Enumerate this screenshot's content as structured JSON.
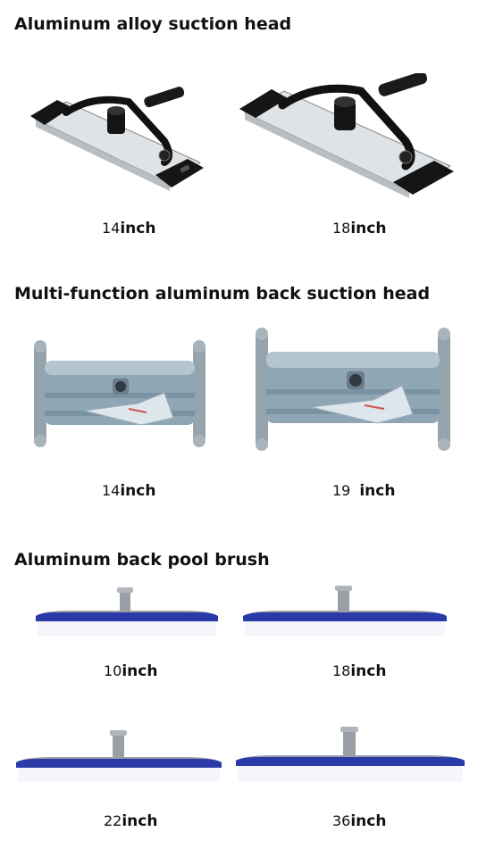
{
  "sections": [
    {
      "title": "Aluminum alloy suction head",
      "items": [
        {
          "size": "14",
          "unit": "inch"
        },
        {
          "size": "18",
          "unit": "inch"
        }
      ]
    },
    {
      "title": "Multi-function aluminum back suction head",
      "items": [
        {
          "size": "19",
          "unit": "inch"
        },
        {
          "size": "14",
          "unit": "inch"
        }
      ]
    },
    {
      "title": "Aluminum back pool brush",
      "items": [
        {
          "size": "10",
          "unit": "inch"
        },
        {
          "size": "18",
          "unit": "inch"
        },
        {
          "size": "22",
          "unit": "inch"
        },
        {
          "size": "36",
          "unit": "inch"
        }
      ]
    }
  ],
  "colors": {
    "frame_black": "#111111",
    "plate_silver": "#d9dde1",
    "housing_blue_gray": "#8fa7b5",
    "brush_blue": "#2a3aa8",
    "bristle_white": "#f4f6fb",
    "handle_gray": "#9a9fa6"
  }
}
